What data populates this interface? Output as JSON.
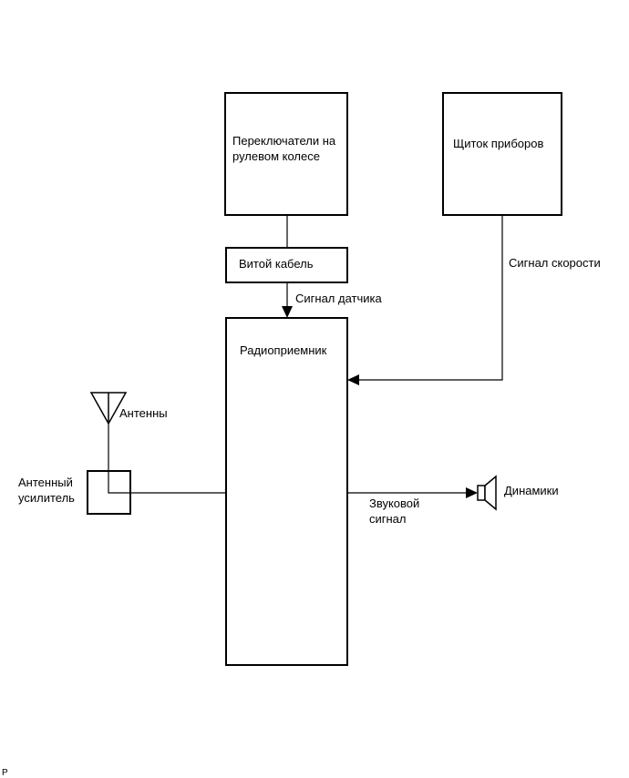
{
  "blocks": {
    "steering_switches": [
      "Переключатели на",
      "рулевом колесе"
    ],
    "combination_meter": "Щиток приборов",
    "spiral_cable": "Витой кабель",
    "radio_receiver": "Радиоприемник",
    "antenna_amplifier": [
      "Антенный",
      "усилитель"
    ]
  },
  "labels": {
    "sensor_signal": "Сигнал датчика",
    "speed_signal": "Сигнал скорости",
    "antenna": "Антенны",
    "audio_signal": [
      "Звуковой",
      "сигнал"
    ],
    "speakers": "Динамики",
    "corner_mark": "P"
  }
}
